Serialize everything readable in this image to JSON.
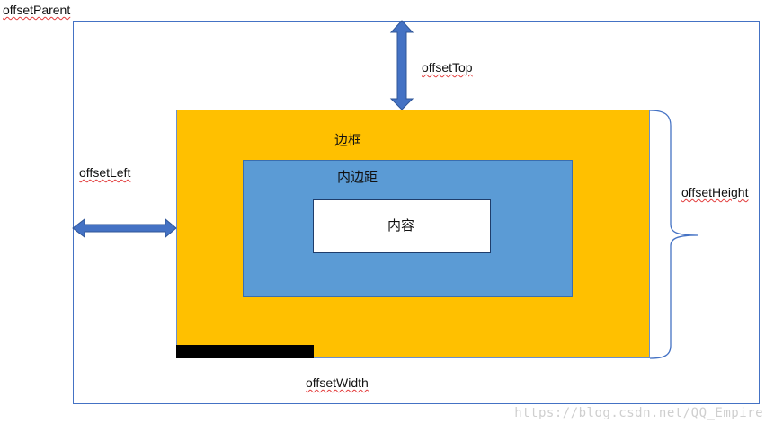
{
  "colors": {
    "border_fill": "#ffc000",
    "padding_fill": "#5b9bd5",
    "arrow_fill": "#4472c4",
    "frame_stroke": "#4472c4",
    "width_line": "#2f5496",
    "scrollbar_fill": "#000000",
    "brace_stroke": "#4472c4",
    "watermark": "#cfcfcf"
  },
  "labels": {
    "offset_parent": "offsetParent",
    "offset_top": "offsetTop",
    "offset_left": "offsetLeft",
    "offset_height": "offsetHeight",
    "offset_width": "offsetWidth",
    "border": "边框",
    "padding": "内边距",
    "content": "内容"
  },
  "watermark": "https://blog.csdn.net/QQ_Empire"
}
